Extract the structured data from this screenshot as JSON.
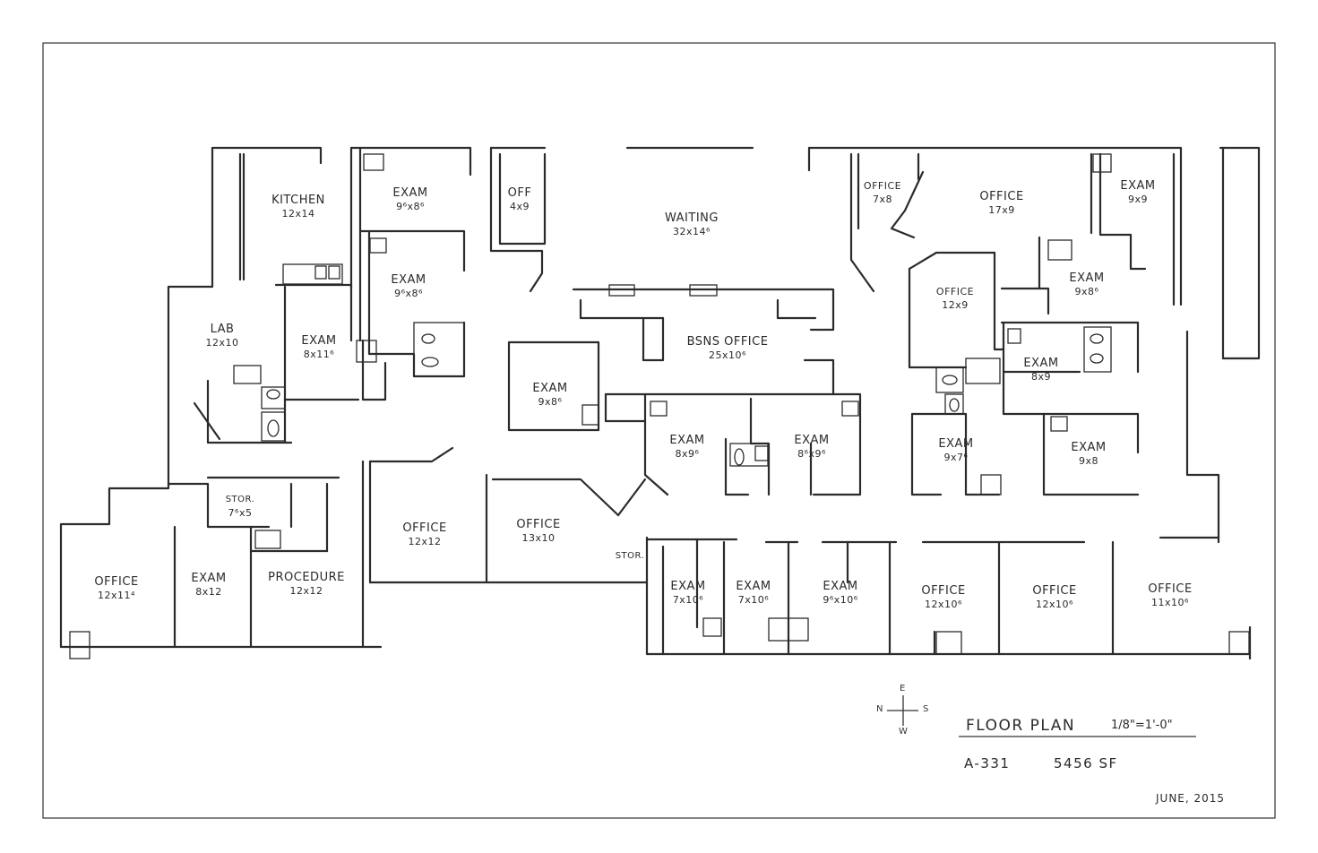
{
  "rooms": [
    {
      "name": "KITCHEN",
      "dim": "12x14"
    },
    {
      "name": "EXAM",
      "dim": "9⁶x8⁶"
    },
    {
      "name": "OFF",
      "dim": "4x9"
    },
    {
      "name": "WAITING",
      "dim": "32x14⁶"
    },
    {
      "name": "OFFICE",
      "dim": "7x8"
    },
    {
      "name": "OFFICE",
      "dim": "17x9"
    },
    {
      "name": "EXAM",
      "dim": "9x9"
    },
    {
      "name": "EXAM",
      "dim": "9⁶x8⁶"
    },
    {
      "name": "LAB",
      "dim": "12x10"
    },
    {
      "name": "EXAM",
      "dim": "8x11⁶"
    },
    {
      "name": "BSNS OFFICE",
      "dim": "25x10⁶"
    },
    {
      "name": "EXAM",
      "dim": "9x8⁶"
    },
    {
      "name": "OFFICE",
      "dim": "12x9"
    },
    {
      "name": "EXAM",
      "dim": "9x8⁶"
    },
    {
      "name": "EXAM",
      "dim": "8x9"
    },
    {
      "name": "EXAM",
      "dim": "8x9⁶"
    },
    {
      "name": "EXAM",
      "dim": "8⁶x9⁶"
    },
    {
      "name": "EXAM",
      "dim": "9x7⁶"
    },
    {
      "name": "EXAM",
      "dim": "9x8"
    },
    {
      "name": "STOR.",
      "dim": "7⁶x5"
    },
    {
      "name": "OFFICE",
      "dim": "12x12"
    },
    {
      "name": "OFFICE",
      "dim": "13x10"
    },
    {
      "name": "STOR.",
      "dim": ""
    },
    {
      "name": "OFFICE",
      "dim": "12x11⁴"
    },
    {
      "name": "EXAM",
      "dim": "8x12"
    },
    {
      "name": "PROCEDURE",
      "dim": "12x12"
    },
    {
      "name": "EXAM",
      "dim": "7x10⁶"
    },
    {
      "name": "EXAM",
      "dim": "7x10⁶"
    },
    {
      "name": "EXAM",
      "dim": "9⁶x10⁶"
    },
    {
      "name": "OFFICE",
      "dim": "12x10⁶"
    },
    {
      "name": "OFFICE",
      "dim": "12x10⁶"
    },
    {
      "name": "OFFICE",
      "dim": "11x10⁶"
    }
  ],
  "compass": {
    "n": "N",
    "e": "E",
    "s": "S",
    "w": "W"
  },
  "title_block": {
    "title": "FLOOR PLAN",
    "scale": "1/8\"=1'-0\"",
    "sheet": "A-331",
    "area": "5456 SF",
    "date": "JUNE, 2015"
  }
}
